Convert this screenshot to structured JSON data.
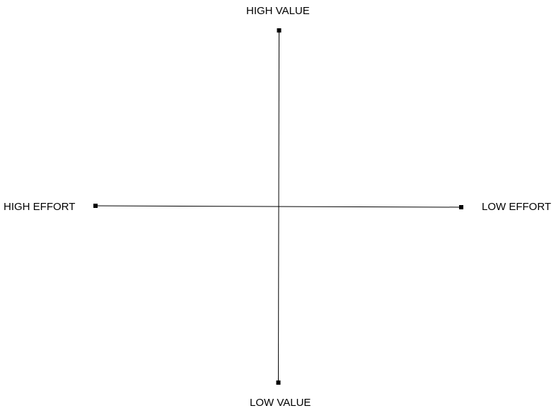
{
  "labels": {
    "top": "HIGH VALUE",
    "bottom": "LOW VALUE",
    "left": "HIGH EFFORT",
    "right": "LOW EFFORT"
  },
  "colors": {
    "line": "#000000",
    "text": "#000000",
    "background": "#ffffff"
  }
}
